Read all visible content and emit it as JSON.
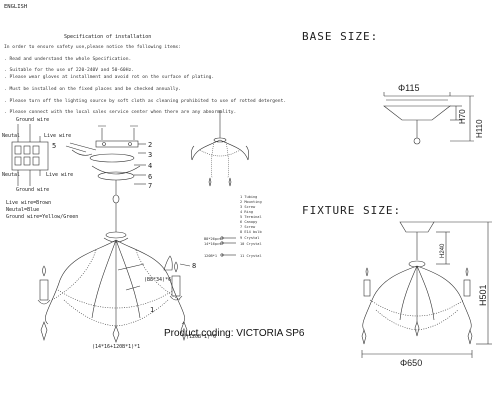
{
  "header": {
    "language": "ENGLISH",
    "spec_title": "Specification of installation"
  },
  "instructions": [
    "In order to ensure safety use,please notice the following items:",
    ". Read and understand the whole Specification.",
    ". Suitable for the use of 220-240V and 50-60Hz.",
    ". Please wear gloves at installment and avoid rot on the surface of plating.",
    ". Must be installed on the fixed places and be checked annually.",
    ". Please turn off the lighting source by soft cloth as cleaning prohibited to use of rotted detergent.",
    ". Please connect with the local sales service center when there are any abnormality."
  ],
  "wiring": {
    "ground_top": "Ground wire",
    "neutal_left": "Neutal",
    "live_right": "Live wire",
    "neutal_left2": "Neutal",
    "live_right2": "Live wire",
    "ground_bottom": "Ground wire",
    "legend": [
      "Live wire=Brown",
      "Neutal=Blue",
      "Ground wire=Yellow/Green"
    ]
  },
  "callouts": {
    "numbers": [
      "5",
      "2",
      "3",
      "4",
      "6",
      "7",
      "8",
      "1"
    ],
    "crystal_a": "(B8*34)*6",
    "crystal_b": "(120B*1)*6",
    "crystal_c": "(14*16+120B*1)*1"
  },
  "parts_list": [
    "1 Tubing",
    "2 Mounting",
    "3 Screw",
    "4 Ring",
    "5 Terminal",
    "6 Canopy",
    "7 Screw",
    "8 E14 bulb",
    "9 Crystal",
    "10 Crystal",
    "11 Crystal"
  ],
  "parts_side": [
    "B8*26pcs",
    "14*16pcs",
    "120B*1"
  ],
  "base": {
    "title": "BASE SIZE:",
    "diameter": "Φ115",
    "h70": "H70",
    "h110": "H110"
  },
  "fixture": {
    "title": "FIXTURE SIZE:",
    "h240": "H240",
    "h501": "H501",
    "diameter": "Φ650"
  },
  "product": {
    "coding": "Product coding: VICTORIA SP6"
  }
}
